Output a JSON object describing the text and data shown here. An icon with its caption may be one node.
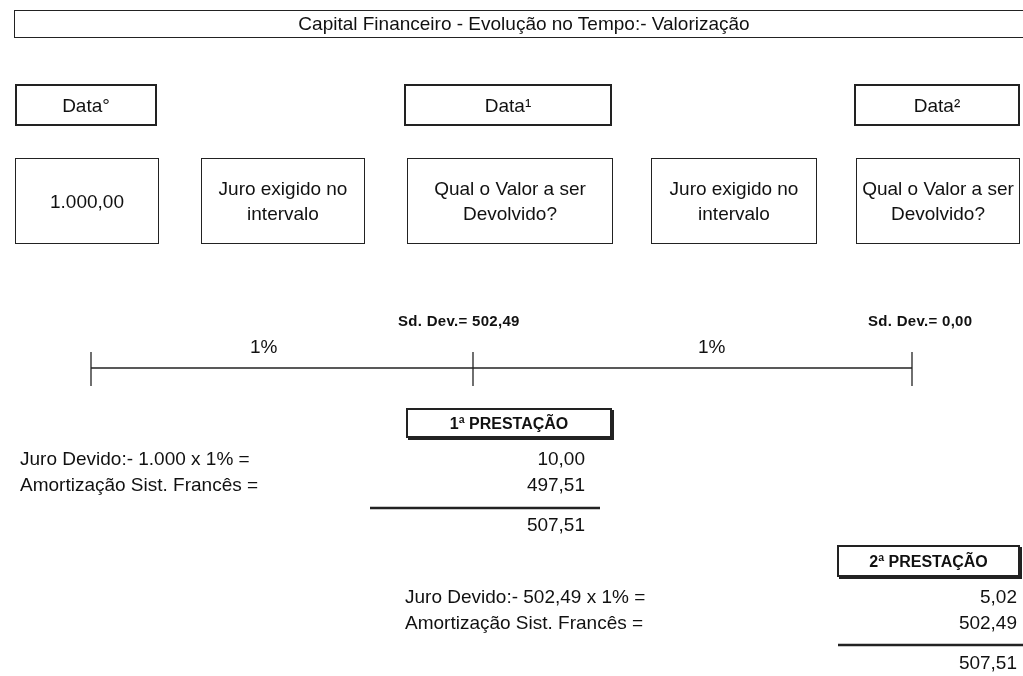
{
  "diagram": {
    "title": "Capital Financeiro - Evolução no Tempo:- Valorização",
    "nodes": [
      {
        "text": [
          "Data°"
        ]
      },
      {
        "text": [
          "Data¹"
        ]
      },
      {
        "text": [
          "Data²"
        ]
      },
      {
        "text": [
          "1.000,00"
        ]
      },
      {
        "text": [
          "Juro exigido no intervalo"
        ]
      },
      {
        "text": [
          "Qual o Valor a ser Devolvido?"
        ]
      },
      {
        "text": [
          "Juro exigido no intervalo"
        ]
      },
      {
        "text": [
          "Qual o Valor a ser Devolvido?"
        ]
      },
      {
        "text": [
          "1ª PRESTAÇÃO"
        ]
      },
      {
        "text": [
          "2ª PRESTAÇÃO"
        ]
      }
    ],
    "edges": [],
    "labels": [
      "Sd. Dev.= 502,49",
      "Sd. Dev.= 0,00",
      "1%",
      "1%",
      "Juro Devido:- 1.000 x 1% =",
      "10,00",
      "Amortização Sist. Francês =",
      "497,51",
      "507,51",
      "Juro Devido:- 502,49 x 1% =",
      "5,02",
      "Amortização Sist. Francês =",
      "502,49",
      "507,51"
    ]
  }
}
